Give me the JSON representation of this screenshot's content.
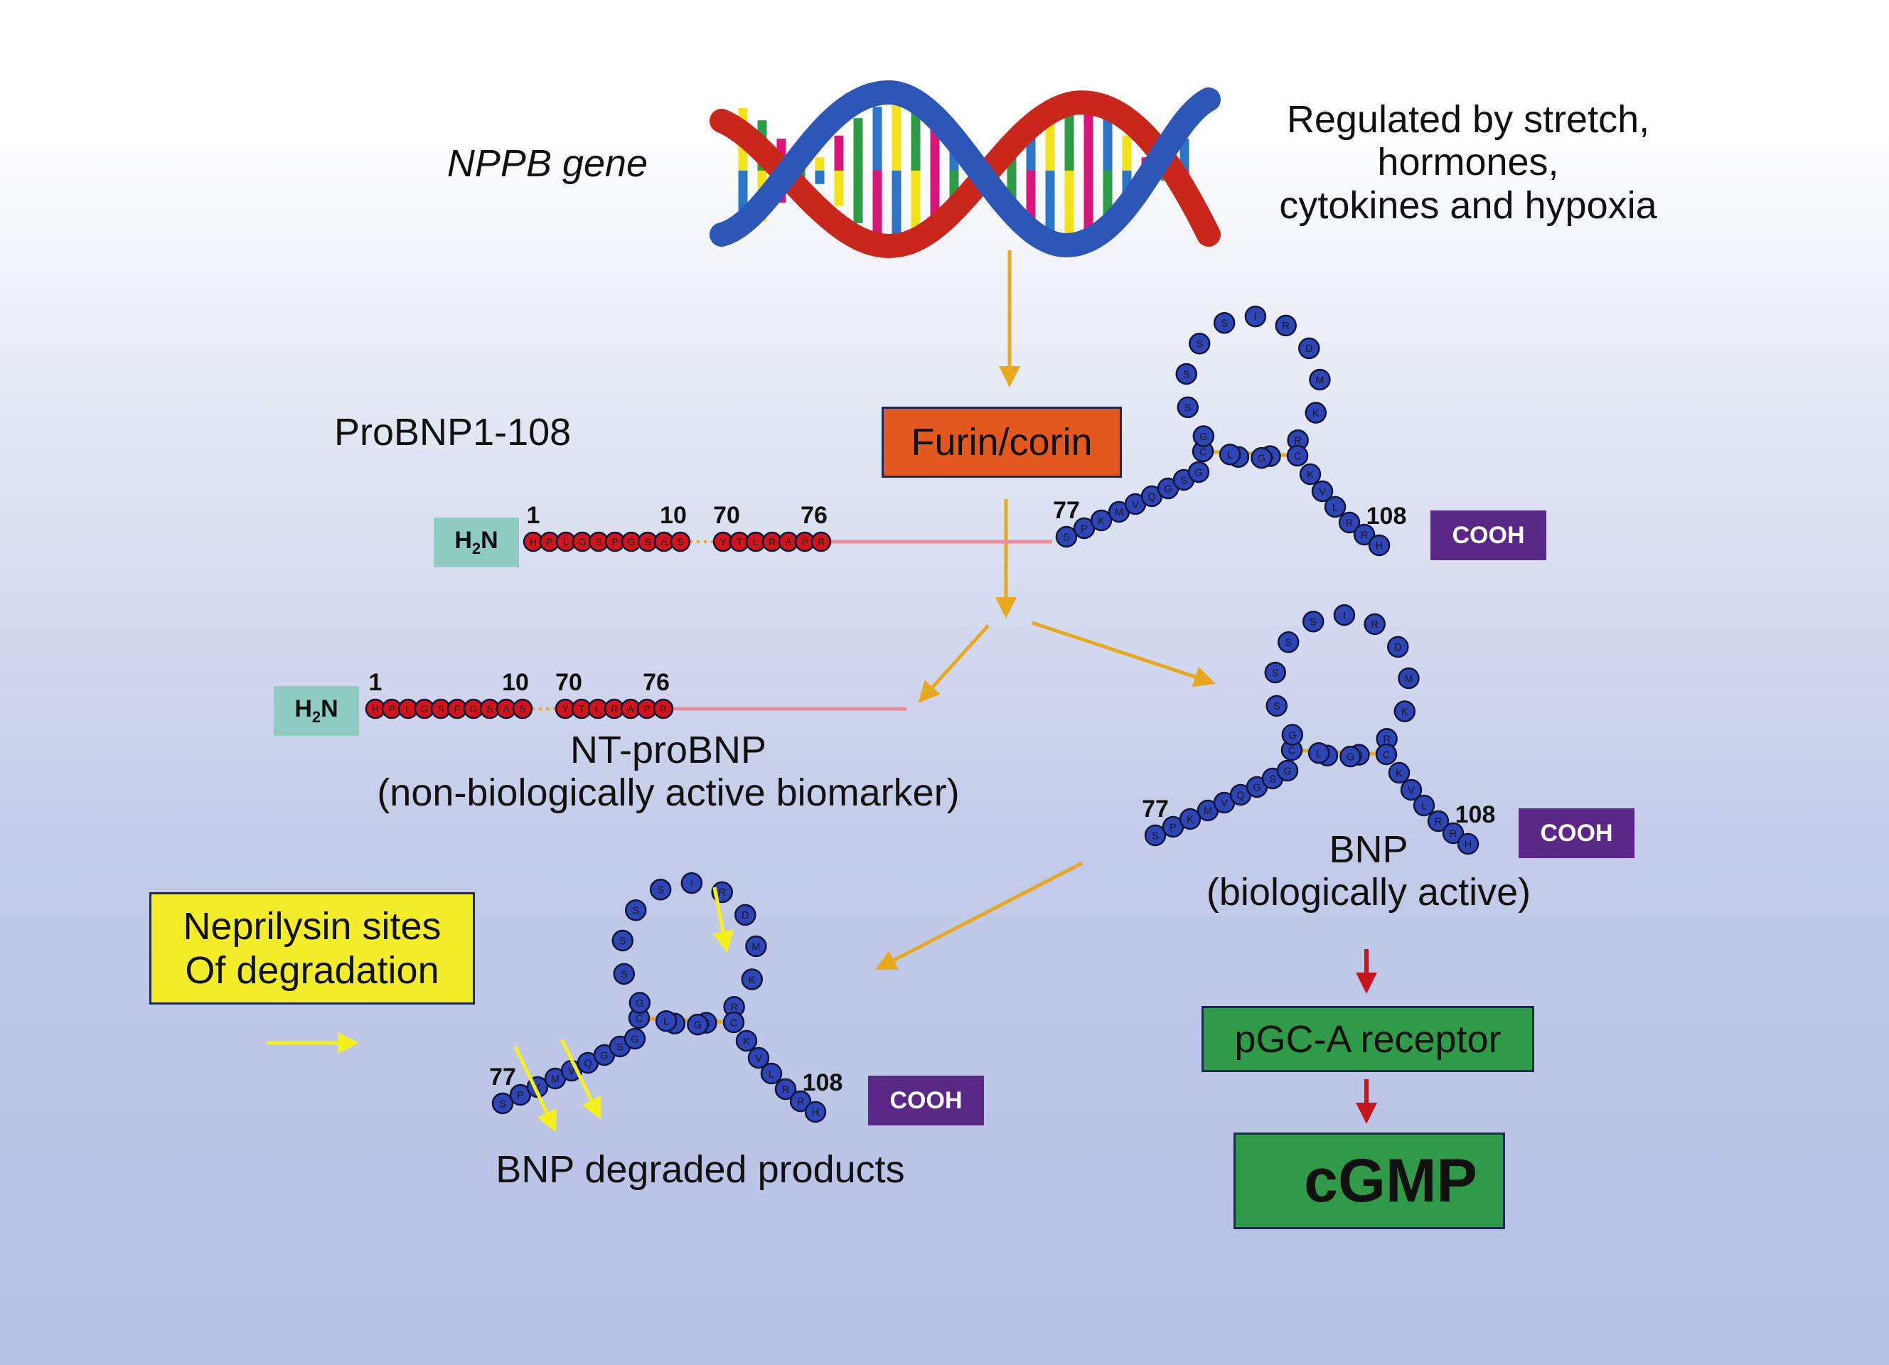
{
  "gene": {
    "label": "NPPB gene",
    "regulation": [
      "Regulated by stretch,",
      "hormones,",
      "cytokines and hypoxia"
    ]
  },
  "enzyme": {
    "label": "Furin/corin"
  },
  "probnp": {
    "title": "ProBNP1-108",
    "nterm": "H2N",
    "cterm": "COOH",
    "seg1": [
      "H",
      "P",
      "L",
      "G",
      "S",
      "P",
      "G",
      "S",
      "A",
      "S"
    ],
    "seg2": [
      "Y",
      "T",
      "L",
      "R",
      "A",
      "P",
      "R"
    ],
    "nums": {
      "n1": "1",
      "n10": "10",
      "n70": "70",
      "n76": "76",
      "n77": "77",
      "n108": "108"
    }
  },
  "bnp_seq": {
    "tail": [
      "S",
      "P",
      "K",
      "M",
      "V",
      "Q",
      "G",
      "S",
      "G"
    ],
    "loop": [
      "C",
      "F",
      "G",
      "R",
      "K",
      "M",
      "D",
      "R",
      "I",
      "S",
      "S",
      "S",
      "S",
      "G",
      "L",
      "G",
      "C"
    ],
    "end": [
      "K",
      "V",
      "L",
      "R",
      "R",
      "H"
    ]
  },
  "ntprobnp": {
    "label1": "NT-proBNP",
    "label2": "(non-biologically active biomarker)"
  },
  "bnp": {
    "label1": "BNP",
    "label2": "(biologically active)"
  },
  "neprilysin": {
    "line1": "Neprilysin sites",
    "line2": "Of degradation"
  },
  "degraded": {
    "label": "BNP degraded products"
  },
  "receptor": {
    "label": "pGC-A receptor"
  },
  "cgmp": {
    "label": "cGMP"
  },
  "colors": {
    "red_residue": "#d0141a",
    "blue_residue": "#2e45b5",
    "orange_arrow": "#e8a91e",
    "yellow_arrow": "#f4f019",
    "dark_red_arrow": "#c4161c",
    "green_box": "#2f9a47",
    "teal_box": "#8ecbc1",
    "purple_box": "#5a2886",
    "furin_box": "#e2581e",
    "yellow_box": "#f3ed2a"
  }
}
